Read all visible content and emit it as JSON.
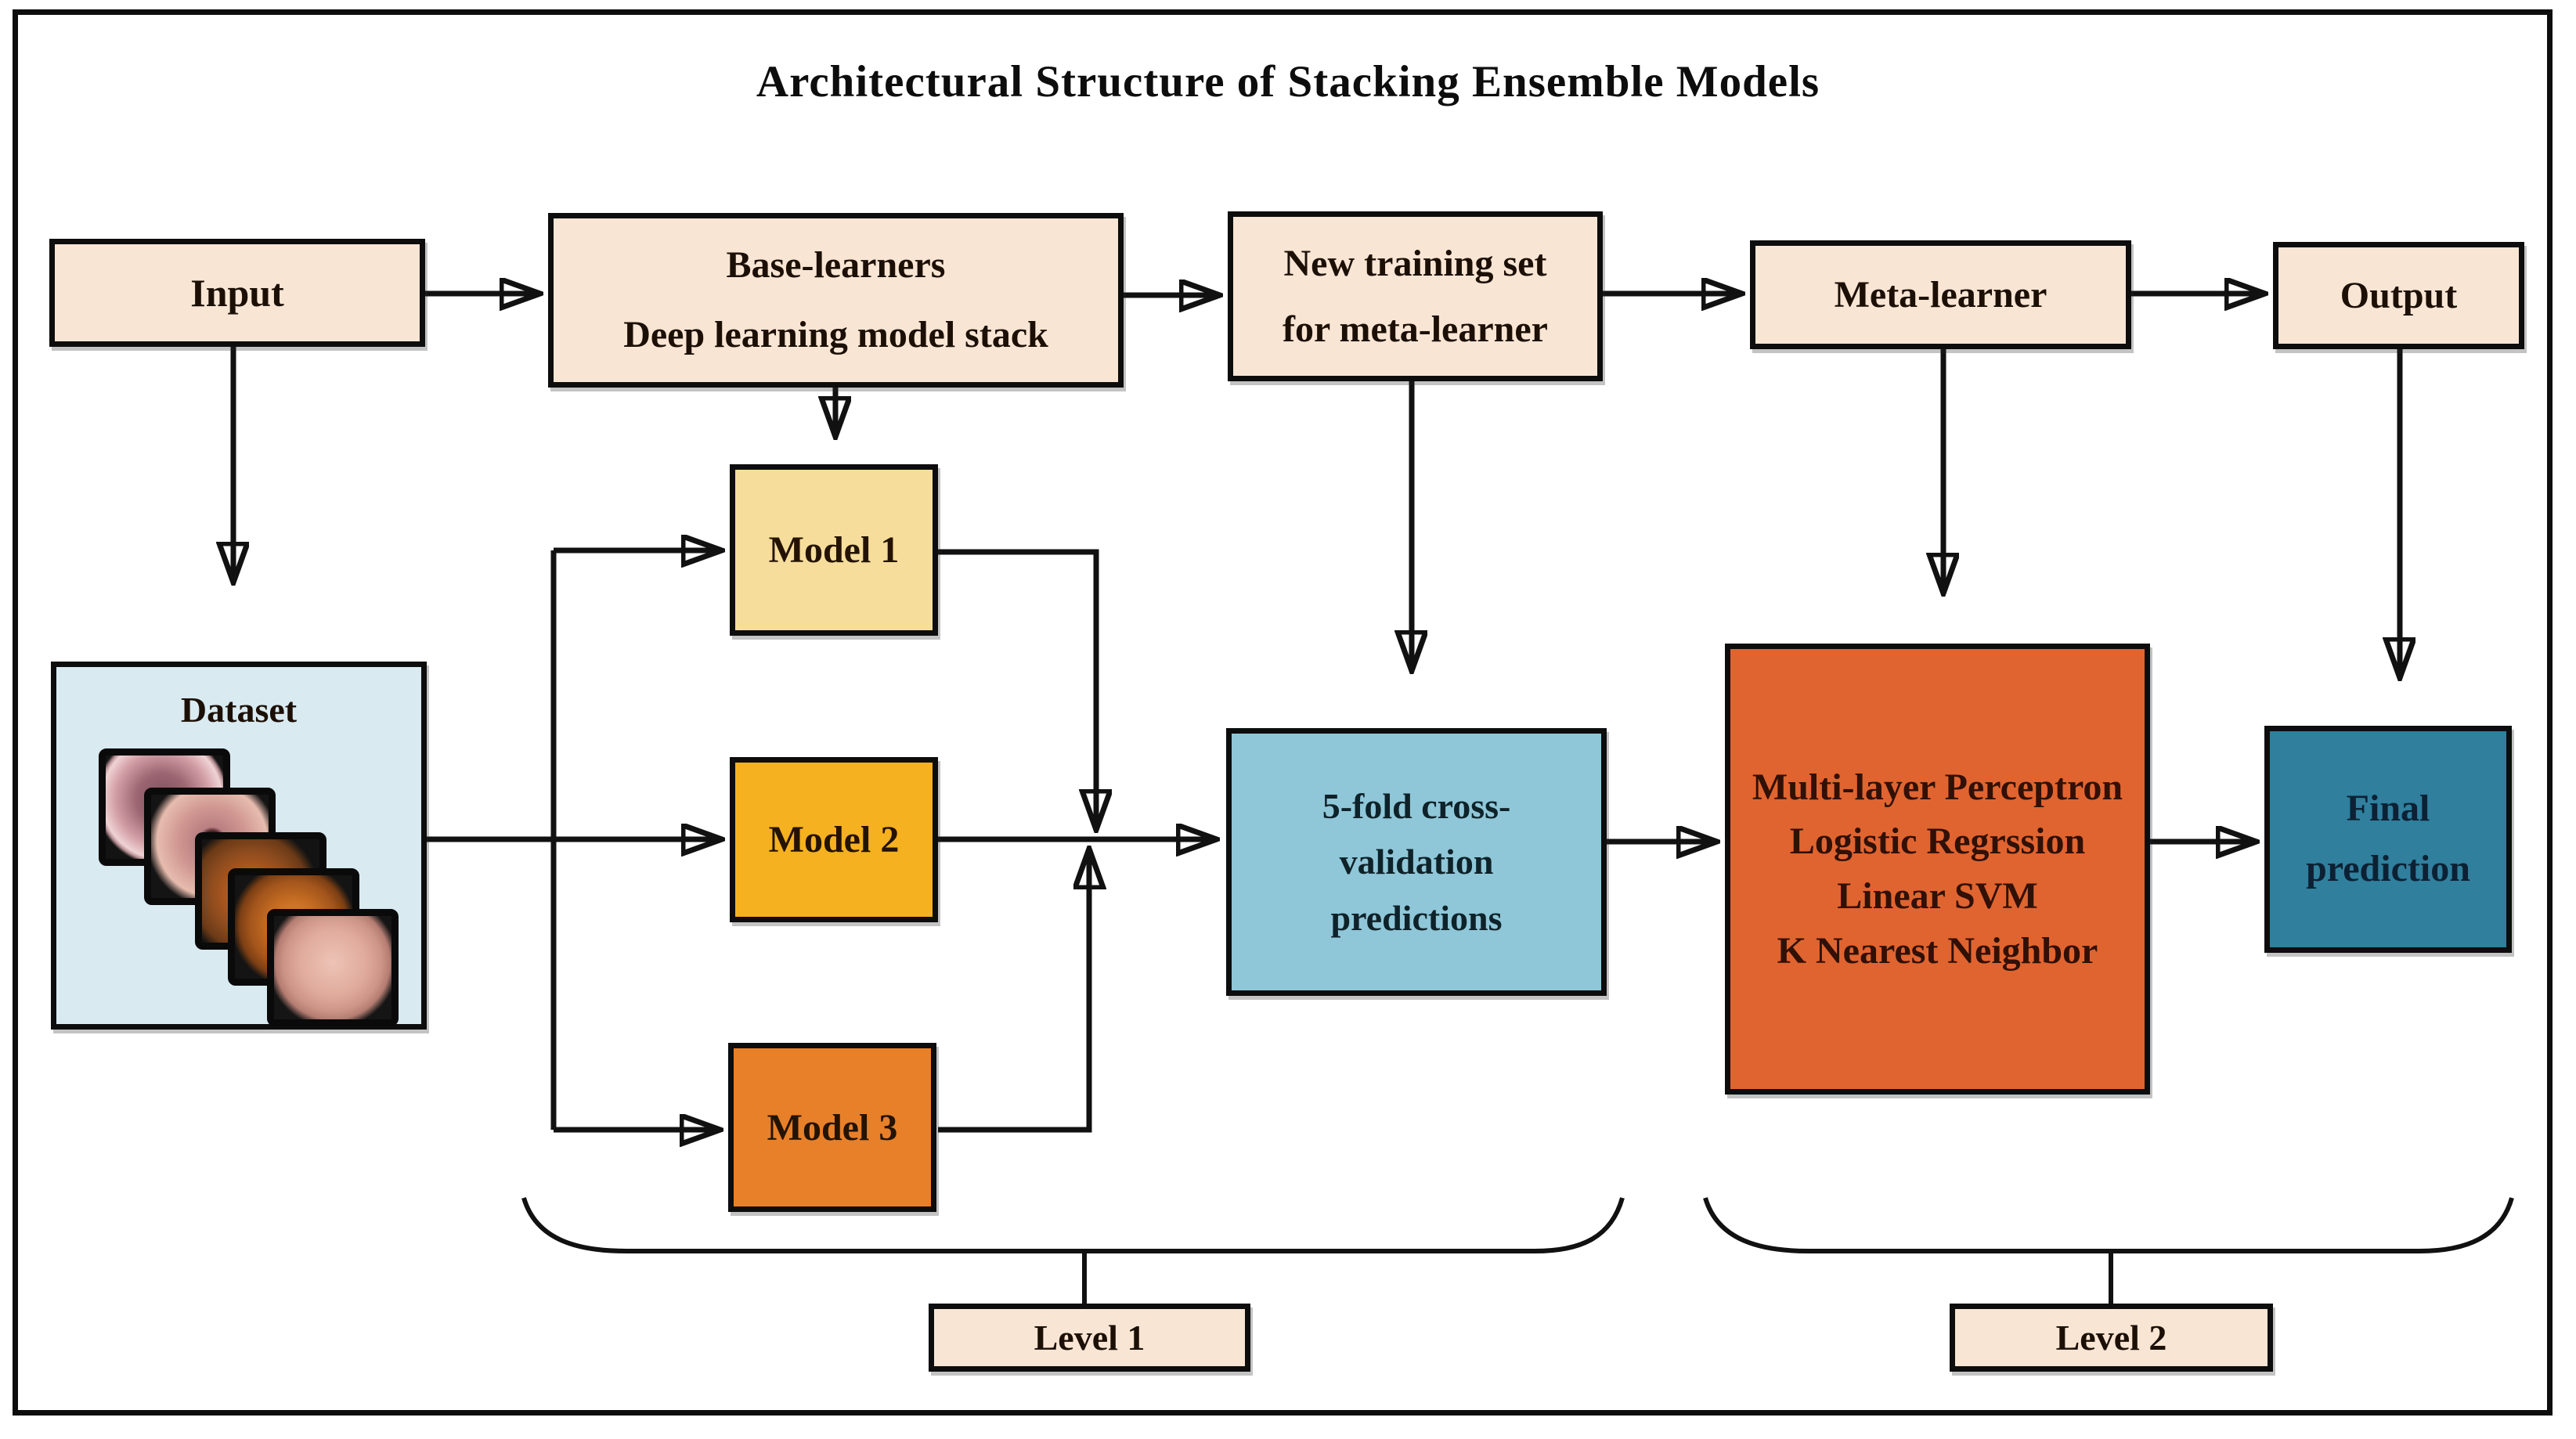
{
  "title": "Architectural Structure of Stacking Ensemble Models",
  "nodes": {
    "input": {
      "label": "Input"
    },
    "base_learners": {
      "lines": [
        "Base-learners",
        "Deep learning model stack"
      ]
    },
    "new_training": {
      "lines": [
        "New training set",
        "for meta-learner"
      ]
    },
    "meta_learner": {
      "label": "Meta-learner"
    },
    "output": {
      "label": "Output"
    },
    "dataset": {
      "label": "Dataset"
    },
    "model1": {
      "label": "Model 1"
    },
    "model2": {
      "label": "Model 2"
    },
    "model3": {
      "label": "Model 3"
    },
    "cv_predictions": {
      "lines": [
        "5-fold cross-",
        "validation",
        "predictions"
      ]
    },
    "meta_models": {
      "lines": [
        "Multi-layer Perceptron",
        "Logistic Regrssion",
        "Linear SVM",
        "K Nearest Neighbor"
      ]
    },
    "final_prediction": {
      "lines": [
        "Final",
        "prediction"
      ]
    },
    "level1": {
      "label": "Level 1"
    },
    "level2": {
      "label": "Level 2"
    }
  },
  "colors": {
    "box_peach": "#f9e5d4",
    "model1_yellow": "#f6dd9b",
    "model2_amber": "#f5b11f",
    "model3_orange": "#e8802a",
    "cv_blue": "#8fc7d8",
    "meta_orange": "#e06430",
    "final_teal": "#2f7f9d",
    "dataset_blue": "#d9eaf1",
    "line_black": "#111111"
  }
}
